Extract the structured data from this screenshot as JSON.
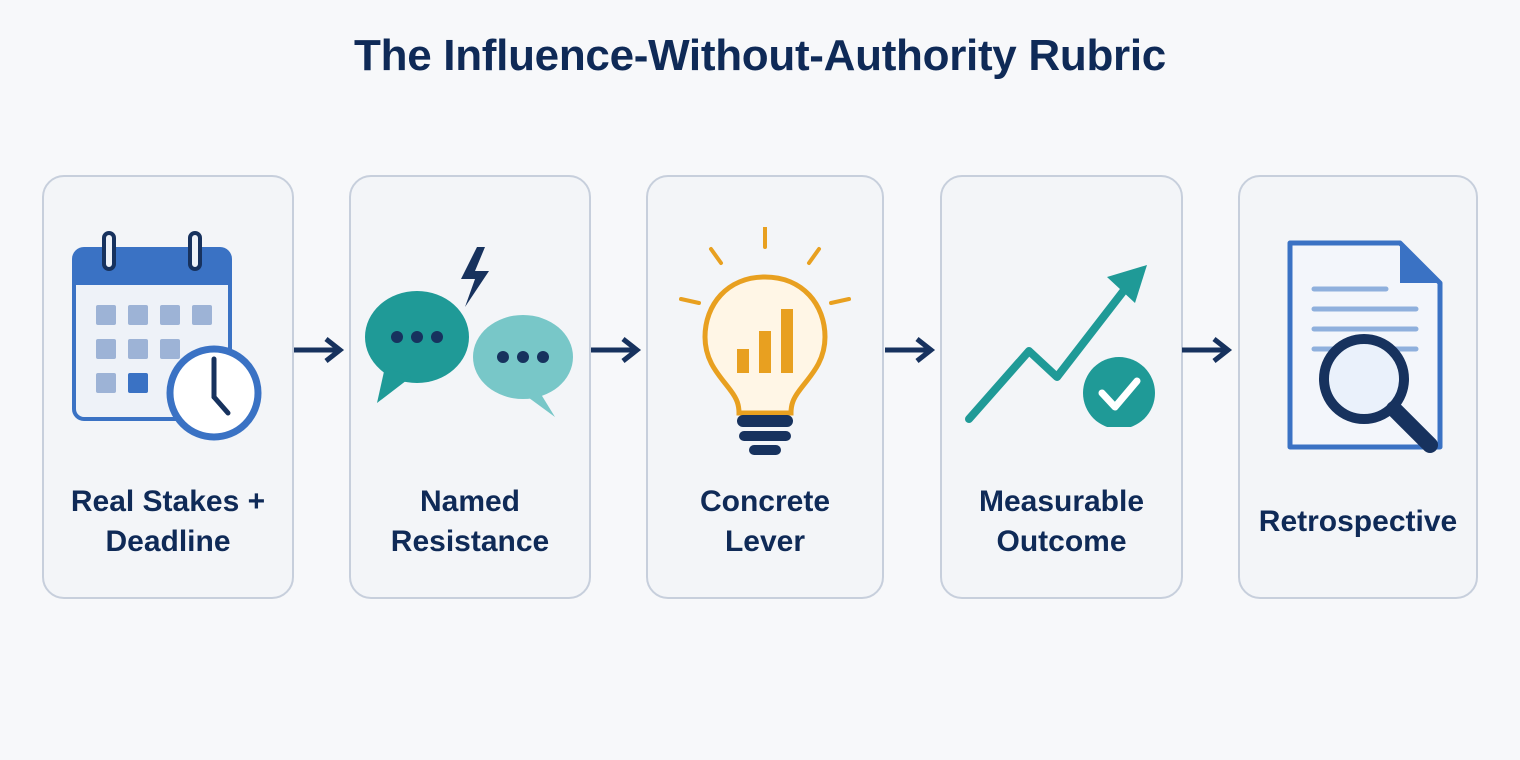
{
  "title": "The Influence-Without-Authority Rubric",
  "steps": [
    {
      "line1": "Real Stakes +",
      "line2": "Deadline",
      "icon": "calendar-clock-icon"
    },
    {
      "line1": "Named",
      "line2": "Resistance",
      "icon": "chat-bubbles-lightning-icon"
    },
    {
      "line1": "Concrete",
      "line2": "Lever",
      "icon": "lightbulb-chart-icon"
    },
    {
      "line1": "Measurable",
      "line2": "Outcome",
      "icon": "trend-check-icon"
    },
    {
      "line1": "Retrospective",
      "line2": "",
      "icon": "document-magnifier-icon"
    }
  ],
  "colors": {
    "title": "#0f2a57",
    "card_border": "#c7cfdc",
    "card_fill": "#f3f5f8",
    "blue": "#3a72c4",
    "teal": "#1f9a97",
    "light_teal": "#78c7c8",
    "amber": "#e8a020",
    "navy": "#17325e"
  }
}
